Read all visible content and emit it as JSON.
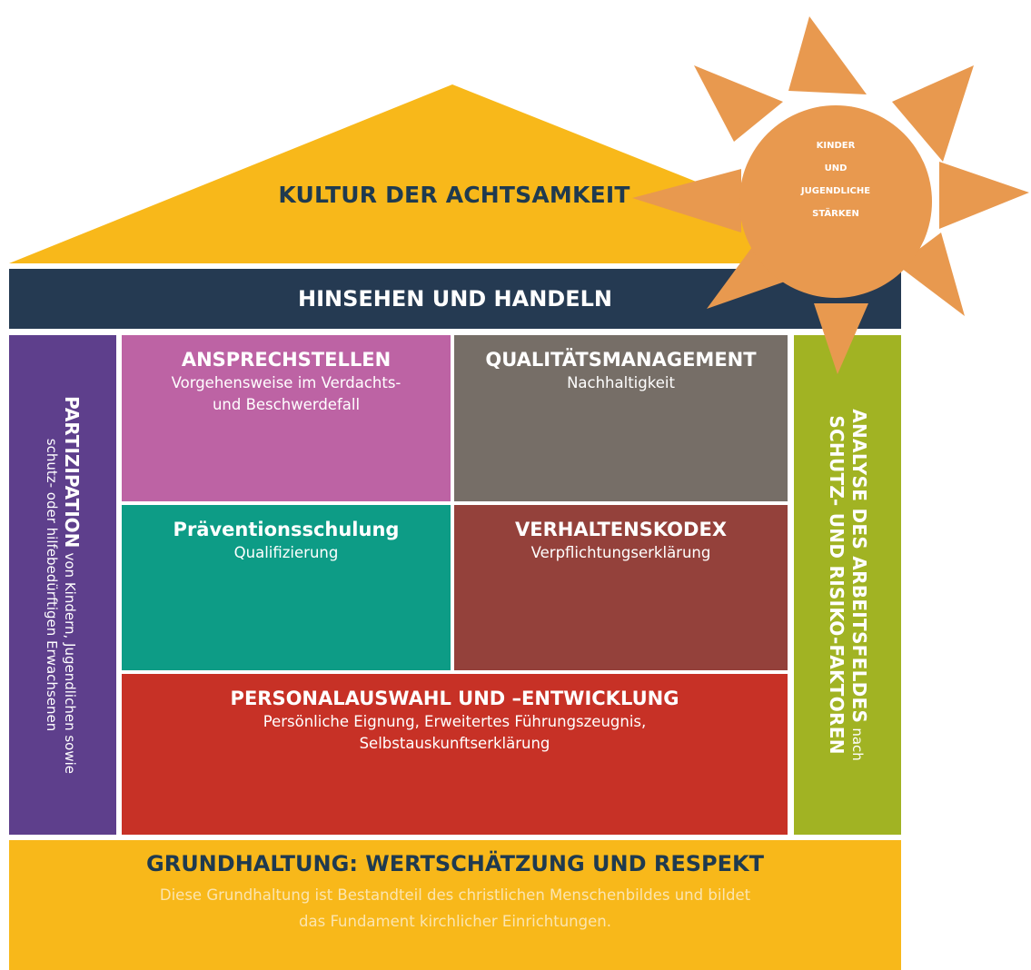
{
  "roof": {
    "title": "KULTUR DER ACHTSAMKEIT",
    "color": "#f8b81a"
  },
  "band": {
    "title": "HINSEHEN UND HANDELN",
    "color": "#253a52"
  },
  "left_pillar": {
    "title": "PARTIZIPATION",
    "text_line1": "von Kindern, Jugendlichen sowie",
    "text_line2": "schutz- oder hilfebedürftigen Erwachsenen",
    "color": "#5e3f8c"
  },
  "right_pillar": {
    "title_line1": "ANALYSE DES ARBEITSFELDES",
    "title_suffix": "nach",
    "title_line2": "SCHUTZ- UND RISIKO-FAKTOREN",
    "color": "#a1b323"
  },
  "cells": {
    "ansprechstellen": {
      "title": "ANSPRECHSTELLEN",
      "line1": "Vorgehensweise im Verdachts-",
      "line2": "und Beschwerdefall",
      "color": "#bd63a4"
    },
    "qualitaet": {
      "title": "QUALITÄTSMANAGEMENT",
      "line1": "Nachhaltigkeit",
      "color": "#766e67"
    },
    "praevention": {
      "title": "Präventionsschulung",
      "line1": "Qualifizierung",
      "color": "#0d9c86"
    },
    "verhaltenskodex": {
      "title": "VERHALTENSKODEX",
      "line1": "Verpflichtungserklärung",
      "color": "#94413b"
    },
    "personal": {
      "title": "PERSONALAUSWAHL UND –ENTWICKLUNG",
      "line1": "Persönliche Eignung, Erweitertes Führungszeugnis,",
      "line2": "Selbstauskunftserklärung",
      "color": "#c73126"
    }
  },
  "foundation": {
    "title": "GRUNDHALTUNG: WERTSCHÄTZUNG UND RESPEKT",
    "line1": "Diese Grundhaltung ist Bestandteil des christlichen Menschenbildes und bildet",
    "line2": "das Fundament kirchlicher Einrichtungen.",
    "color": "#f8b81a"
  },
  "sun": {
    "line1": "KINDER",
    "line2": "UND",
    "line3": "JUGENDLICHE",
    "line4": "STÄRKEN",
    "color": "#e8994f"
  }
}
